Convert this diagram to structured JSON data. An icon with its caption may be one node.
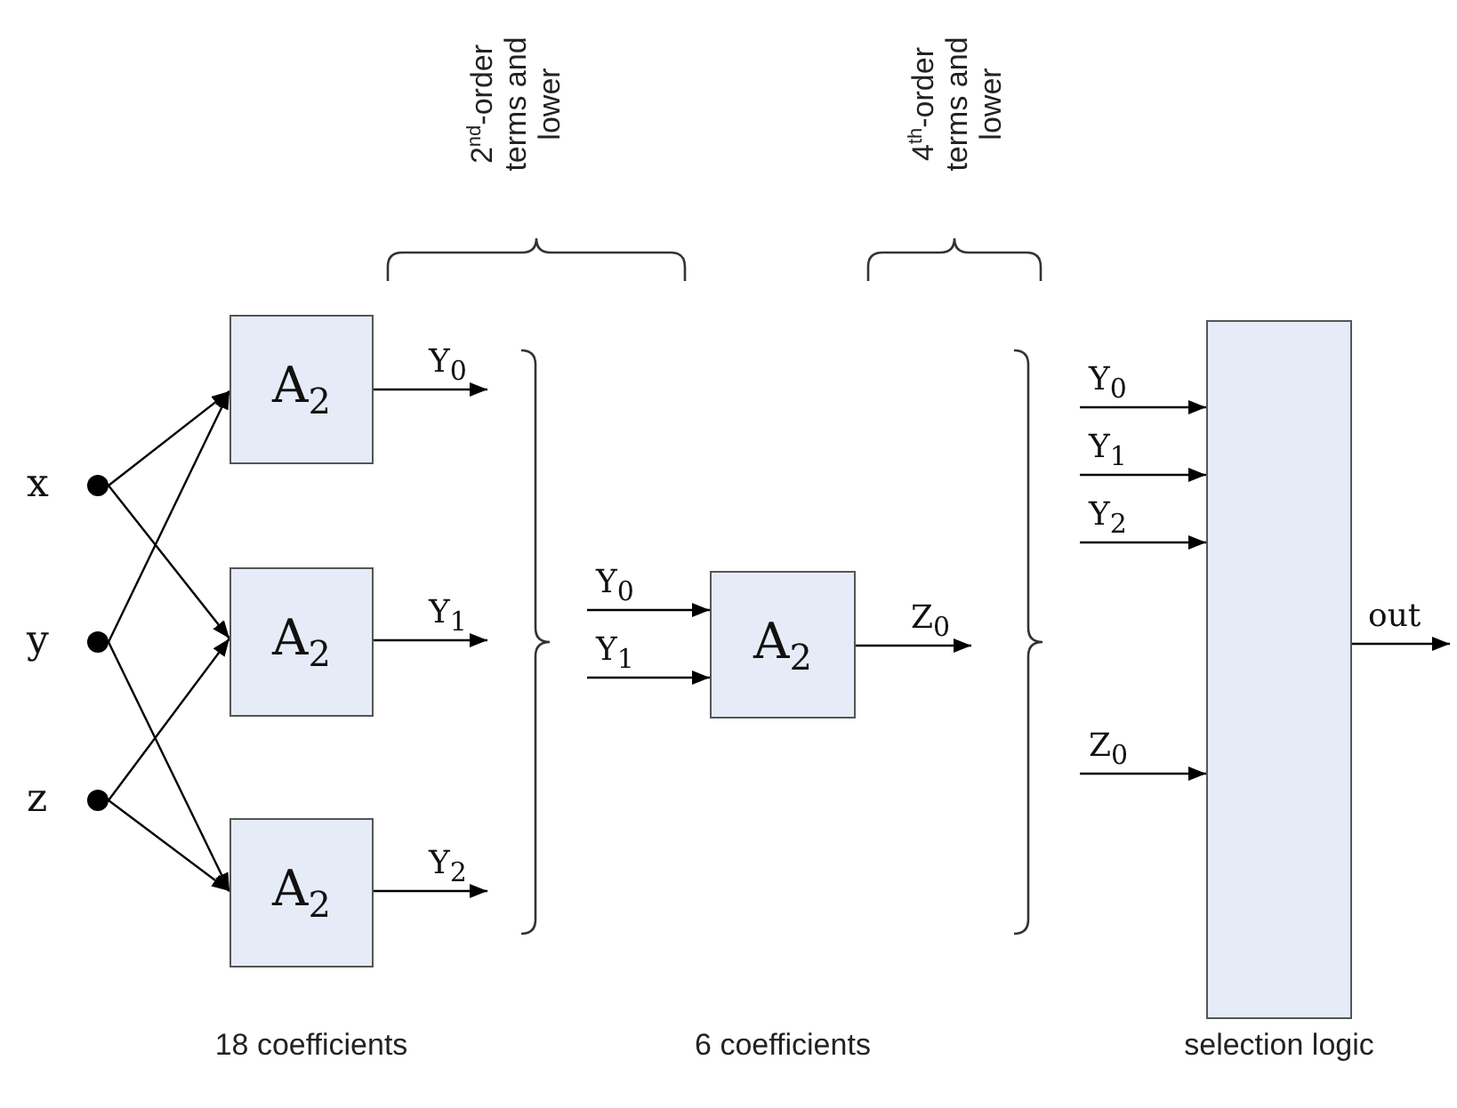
{
  "diagram": {
    "nodes": [
      {
        "text": [
          "x"
        ]
      },
      {
        "text": [
          "y"
        ]
      },
      {
        "text": [
          "z"
        ]
      },
      {
        "text": [
          "A$_{2}$"
        ]
      },
      {
        "text": [
          "A$_{2}$"
        ]
      },
      {
        "text": [
          "A$_{2}$"
        ]
      },
      {
        "text": [
          "A$_{2}$"
        ]
      },
      {
        "text": [],
        "shape": "box",
        "beside": [
          "selection logic"
        ]
      }
    ],
    "edges": [
      {
        "from": 0,
        "to": 3,
        "arrow": "to"
      },
      {
        "from": 0,
        "to": 4,
        "arrow": "to"
      },
      {
        "from": 1,
        "to": 3,
        "arrow": "to"
      },
      {
        "from": 1,
        "to": 5,
        "arrow": "to"
      },
      {
        "from": 2,
        "to": 4,
        "arrow": "to"
      },
      {
        "from": 2,
        "to": 5,
        "arrow": "to"
      },
      {
        "from": 3,
        "to": null,
        "arrow": "to",
        "label": "Y$_{0}$"
      },
      {
        "from": 4,
        "to": null,
        "arrow": "to",
        "label": "Y$_{1}$"
      },
      {
        "from": 5,
        "to": null,
        "arrow": "to",
        "label": "Y$_{2}$"
      },
      {
        "from": null,
        "to": 6,
        "arrow": "to",
        "label": "Y$_{0}$"
      },
      {
        "from": null,
        "to": 6,
        "arrow": "to",
        "label": "Y$_{1}$"
      },
      {
        "from": 6,
        "to": null,
        "arrow": "to",
        "label": "Z$_{0}$"
      },
      {
        "from": null,
        "to": 7,
        "arrow": "to",
        "label": "Y$_{0}$"
      },
      {
        "from": null,
        "to": 7,
        "arrow": "to",
        "label": "Y$_{1}$"
      },
      {
        "from": null,
        "to": 7,
        "arrow": "to",
        "label": "Y$_{2}$"
      },
      {
        "from": null,
        "to": 7,
        "arrow": "to",
        "label": "Z$_{0}$"
      },
      {
        "from": 7,
        "to": null,
        "arrow": "to",
        "label": "out"
      }
    ],
    "labels": [
      "2$^{nd}$-order terms and lower",
      "4$^{th}$-order terms and lower",
      "18 coefficients",
      "6 coefficients"
    ]
  }
}
